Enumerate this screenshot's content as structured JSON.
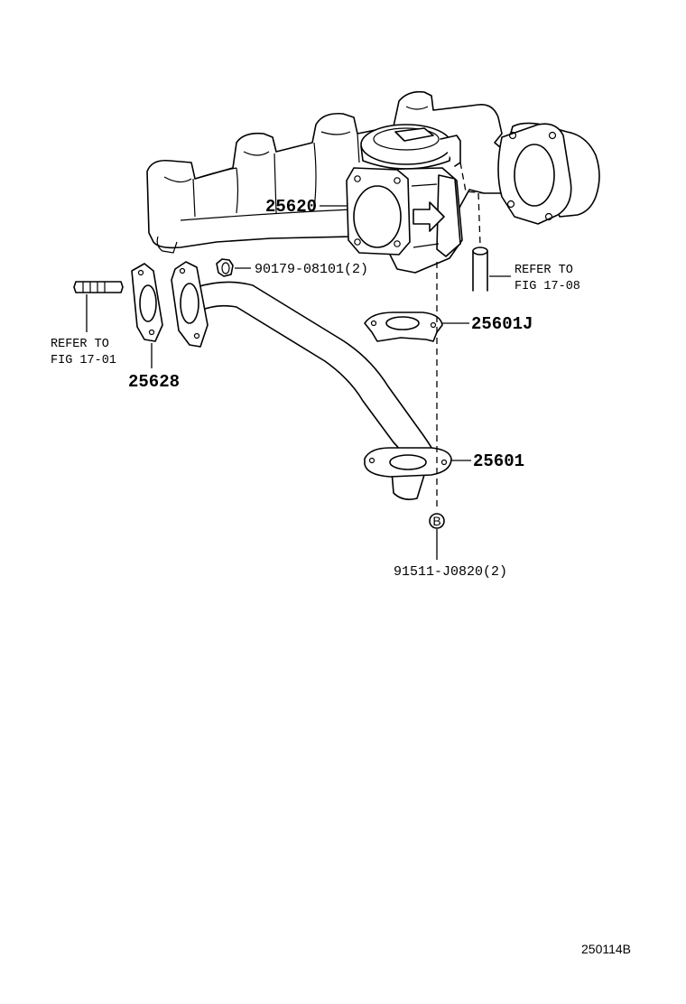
{
  "labels": {
    "egr_valve": "25620",
    "nut": "90179-08101(2)",
    "refer_hose_1": "REFER TO",
    "refer_hose_2": "FIG 17-08",
    "gasket_j": "25601J",
    "refer_stud_1": "REFER TO",
    "refer_stud_2": "FIG 17-01",
    "gasket": "25628",
    "pipe": "25601",
    "bolt_marker": "B",
    "bolt": "91511-J0820(2)",
    "illustration_code": "250114B"
  }
}
